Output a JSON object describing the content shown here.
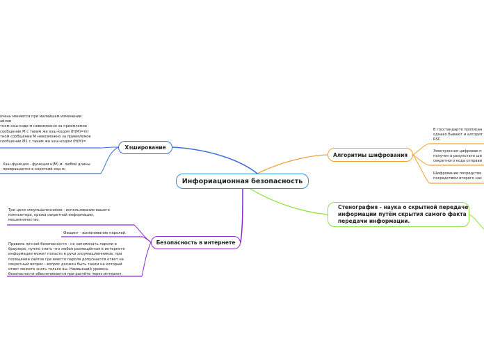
{
  "colors": {
    "root": "#3a8ed6",
    "hashing": "#3a6fd6",
    "algorithms": "#f0a030",
    "steganography": "#90e040",
    "internet": "#8a2ad0"
  },
  "root": {
    "label": "Инфориационная безопасность"
  },
  "branches": {
    "hashing": {
      "label": "Хэширование",
      "leaves": [
        "очень меняется при малейшем изменении\nайлов\nтном хэш-коде м невозможно за приемлемое\nсообщение M с таким же хэш-кодом (H(M)=m)\nтном сообщении M невозможно за приемлемое\nсообщение M1 с таким же хэш-кодом (H(M)=",
        "Хэш-функция - функция н(М) м- любой длины\nпревращается в короткий код м."
      ]
    },
    "algorithms": {
      "label": "Алгоритмы шифрования",
      "leaves": [
        "В госстандарте прописан\nоднако бывают и алгорит\nRSC",
        "Электронная цифровая п\nполучен в результате ши\nсекретного кода отправи",
        "Шифрование посредство\nпосредством второго наз"
      ]
    },
    "steganography": {
      "label": "Стенография - наука о скрытной передаче информации путём скрытия самого факта передачи информации."
    },
    "internet": {
      "label": "Безопасность в интернете",
      "leaves": [
        "Три цели злоумышленников - использование вашего\nкомпьютера, кража секретной информации,\nмошенничество.",
        "Фишинг - выманивание паролей.",
        "Правила личной безопасности - не запоминать пароли в\nбраузере, нужно знать что любая размещённая в интернете\nинформация может попасть в руки злоумышленников, при\nпосещении сайтов где вместо пароля допускается ответ на\nсекретный вопрос - вопрос должен быть таким на который\nответ можете знать только вы. Наивысший уровень\nбезопасности обеспечивается при расчёте через интернет."
      ]
    }
  }
}
